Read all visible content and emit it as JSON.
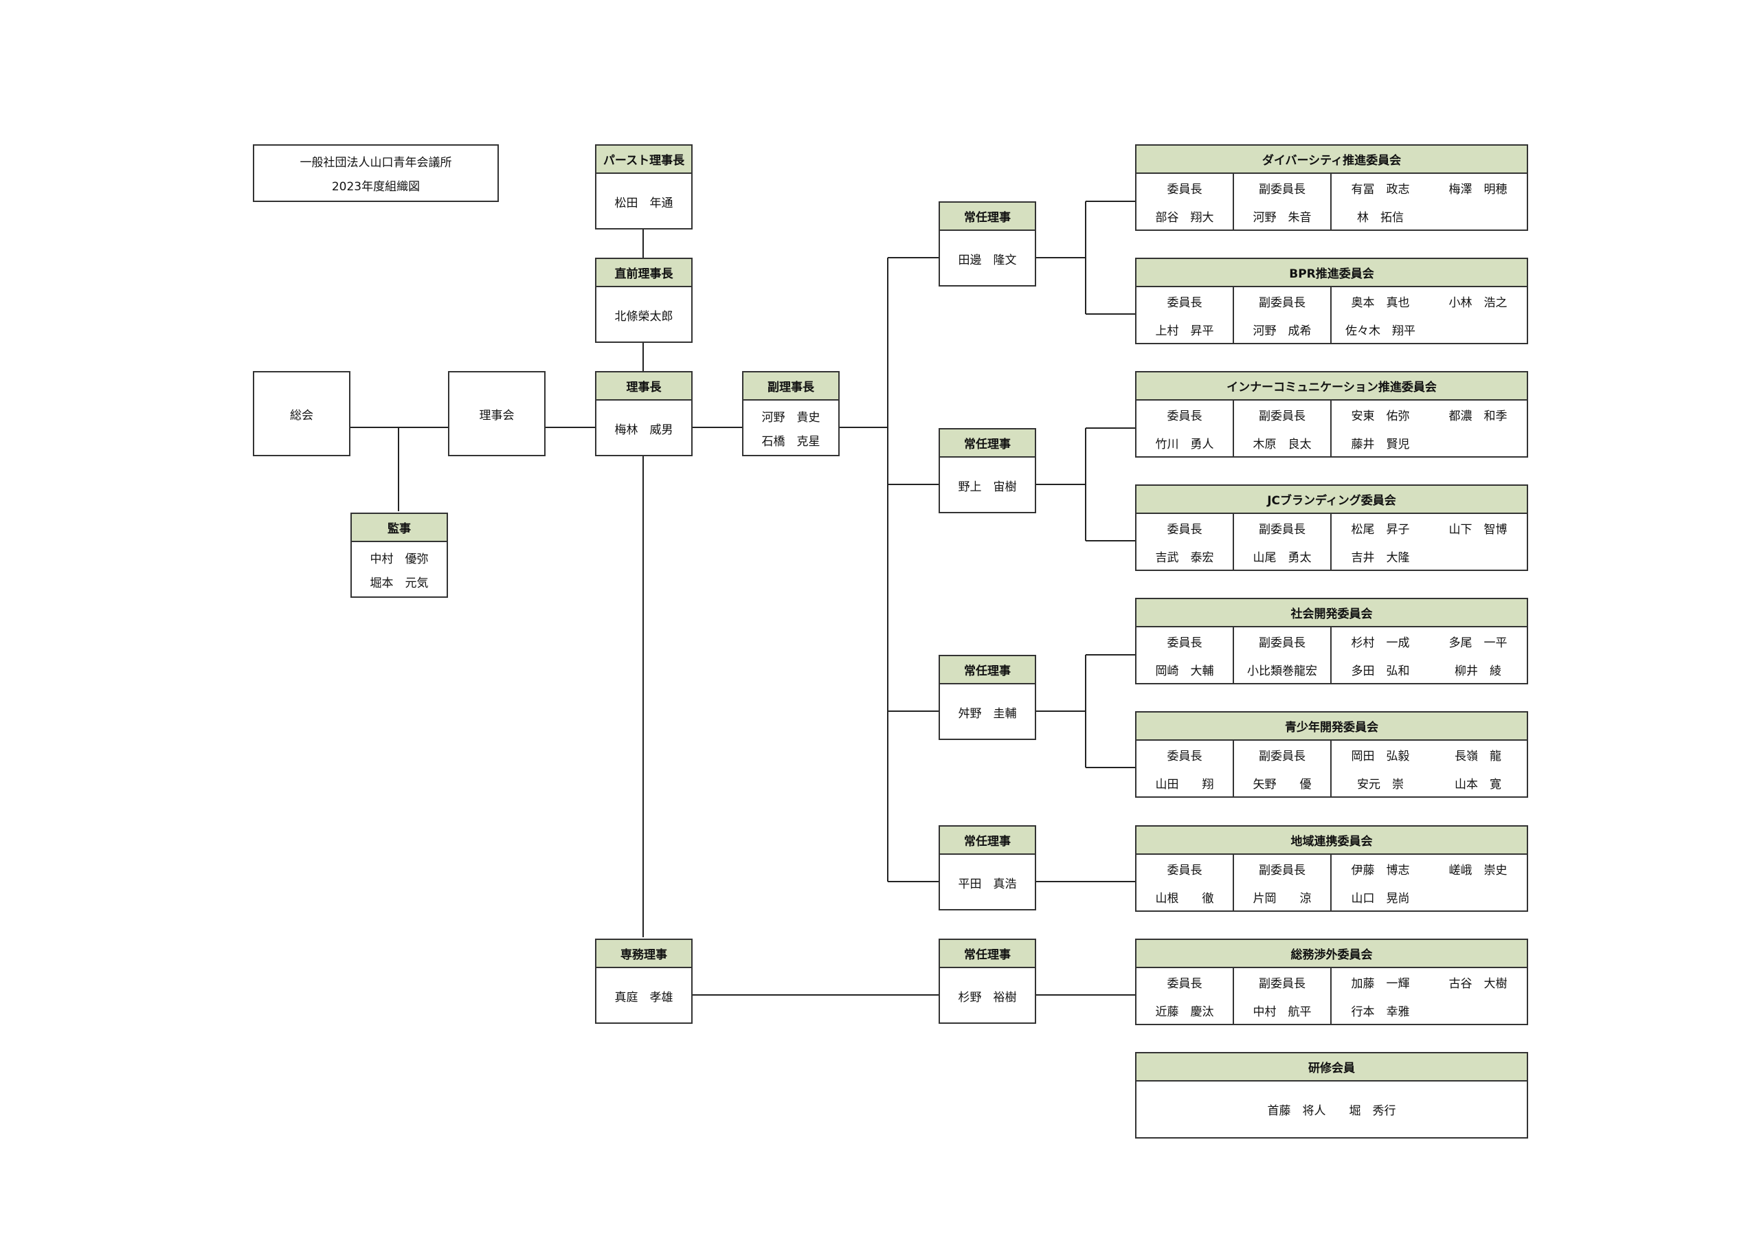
{
  "title": {
    "line1": "一般社団法人山口青年会議所",
    "line2": "2023年度組織図"
  },
  "general_meeting": "総会",
  "board": "理事会",
  "auditors": {
    "title": "監事",
    "members": [
      "中村　優弥",
      "堀本　元気"
    ]
  },
  "past_president": {
    "title": "パースト理事長",
    "name": "松田　年通"
  },
  "previous_president": {
    "title": "直前理事長",
    "name": "北條榮太郎"
  },
  "president": {
    "title": "理事長",
    "name": "梅林　威男"
  },
  "vice_presidents": {
    "title": "副理事長",
    "members": [
      "河野　貴史",
      "石橋　克星"
    ]
  },
  "executive_director": {
    "title": "専務理事",
    "name": "真庭　孝雄"
  },
  "standing_directors": [
    {
      "title": "常任理事",
      "name": "田邊　隆文"
    },
    {
      "title": "常任理事",
      "name": "野上　宙樹"
    },
    {
      "title": "常任理事",
      "name": "舛野　圭輔"
    },
    {
      "title": "常任理事",
      "name": "平田　真浩"
    },
    {
      "title": "常任理事",
      "name": "杉野　裕樹"
    }
  ],
  "committees": [
    {
      "name": "ダイバーシティ推進委員会",
      "chair_label": "委員長",
      "vice_label": "副委員長",
      "chair": "部谷　翔大",
      "vice": "河野　朱音",
      "members": [
        "有冨　政志",
        "梅澤　明穂",
        "林　拓信",
        ""
      ]
    },
    {
      "name": "BPR推進委員会",
      "chair_label": "委員長",
      "vice_label": "副委員長",
      "chair": "上村　昇平",
      "vice": "河野　成希",
      "members": [
        "奥本　真也",
        "小林　浩之",
        "佐々木　翔平",
        ""
      ]
    },
    {
      "name": "インナーコミュニケーション推進委員会",
      "chair_label": "委員長",
      "vice_label": "副委員長",
      "chair": "竹川　勇人",
      "vice": "木原　良太",
      "members": [
        "安東　佑弥",
        "都濃　和季",
        "藤井　賢児",
        ""
      ]
    },
    {
      "name": "JCブランディング委員会",
      "chair_label": "委員長",
      "vice_label": "副委員長",
      "chair": "吉武　泰宏",
      "vice": "山尾　勇太",
      "members": [
        "松尾　昇子",
        "山下　智博",
        "吉井　大隆",
        ""
      ]
    },
    {
      "name": "社会開発委員会",
      "chair_label": "委員長",
      "vice_label": "副委員長",
      "chair": "岡崎　大輔",
      "vice": "小比類巻龍宏",
      "members": [
        "杉村　一成",
        "多尾　一平",
        "多田　弘和",
        "柳井　綾"
      ]
    },
    {
      "name": "青少年開発委員会",
      "chair_label": "委員長",
      "vice_label": "副委員長",
      "chair": "山田　　翔",
      "vice": "矢野　　優",
      "members": [
        "岡田　弘毅",
        "長嶺　龍",
        "安元　崇",
        "山本　寛"
      ]
    },
    {
      "name": "地域連携委員会",
      "chair_label": "委員長",
      "vice_label": "副委員長",
      "chair": "山根　　徹",
      "vice": "片岡　　涼",
      "members": [
        "伊藤　博志",
        "嵯峨　崇史",
        "山口　晃尚",
        ""
      ]
    },
    {
      "name": "総務渉外委員会",
      "chair_label": "委員長",
      "vice_label": "副委員長",
      "chair": "近藤　慶汰",
      "vice": "中村　航平",
      "members": [
        "加藤　一輝",
        "古谷　大樹",
        "行本　幸雅",
        ""
      ]
    }
  ],
  "trainees": {
    "title": "研修会員",
    "members": "首藤　将人　　堀　秀行"
  }
}
